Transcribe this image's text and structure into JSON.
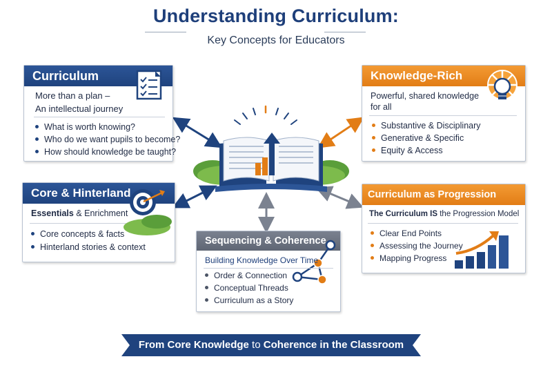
{
  "header": {
    "title": "Understanding Curriculum:",
    "subtitle": "Key Concepts for Educators"
  },
  "curriculum": {
    "title": "Curriculum",
    "line1": "More than a plan –",
    "line2": "An intellectual journey",
    "bullets": [
      "What is worth knowing?",
      "Who do we want pupils to become?",
      "How should knowledge be taught?"
    ],
    "icon": "checklist-icon"
  },
  "knowledge_rich": {
    "title": "Knowledge-Rich",
    "line1": "Powerful, shared knowledge",
    "line2": "for all",
    "bullets": [
      "Substantive & Disciplinary",
      "Generative & Specific",
      "Equity & Access"
    ],
    "icon": "lightbulb-icon"
  },
  "core_hinterland": {
    "title": "Core & Hinterland",
    "sub_bold": "Essentials",
    "sub_rest": " & Enrichment",
    "bullets": [
      "Core concepts & facts",
      "Hinterland stories & context"
    ],
    "icon": "target-icon"
  },
  "sequencing": {
    "title": "Sequencing & Coherence",
    "subtitle": "Building Knowledge Over Time",
    "bullets": [
      "Order & Connection",
      "Conceptual Threads",
      "Curriculum as a Story"
    ],
    "icon": "connected-nodes-icon"
  },
  "progression": {
    "title": "Curriculum as Progression Model",
    "sub_bold": "The Curriculum IS",
    "sub_rest": " the Progression Model",
    "bullets": [
      "Clear End Points",
      "Assessing the Journey",
      "Mapping Progress"
    ],
    "icon": "rising-bars-icon"
  },
  "footer": {
    "part1": "From Core Knowledge",
    "part2": " to ",
    "part3": "Coherence in the Classroom"
  },
  "colors": {
    "navy": "#1f437e",
    "orange": "#e27d16",
    "gray": "#5f6674"
  }
}
